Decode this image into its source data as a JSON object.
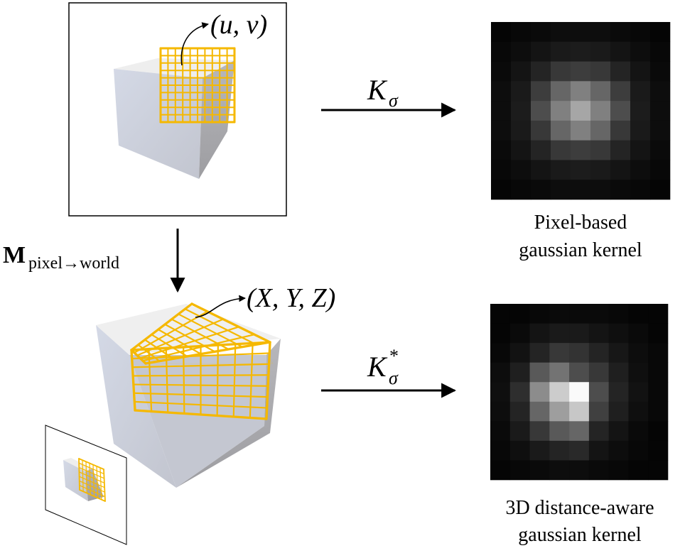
{
  "labels": {
    "uv": "(u, v)",
    "xyz": "(X, Y, Z)",
    "mapping_M": "M",
    "mapping_sub": "pixel→world",
    "kernel_top_symbol": "K",
    "kernel_top_sub": "σ",
    "kernel_bottom_symbol": "K",
    "kernel_bottom_sup": "*",
    "kernel_bottom_sub": "σ",
    "caption_top_line1": "Pixel-based",
    "caption_top_line2": "gaussian kernel",
    "caption_bottom_line1": "3D distance-aware",
    "caption_bottom_line2": "gaussian kernel"
  },
  "colors": {
    "grid": "#F5B800",
    "cube_front": "#c9cedb",
    "cube_side": "#a7a7ab",
    "cube_top": "#efefef",
    "kernel_bg": "#000000"
  },
  "kernels": {
    "pixel_based": [
      [
        0.02,
        0.03,
        0.04,
        0.05,
        0.05,
        0.05,
        0.04,
        0.03,
        0.02
      ],
      [
        0.03,
        0.05,
        0.08,
        0.1,
        0.11,
        0.1,
        0.08,
        0.05,
        0.03
      ],
      [
        0.04,
        0.08,
        0.14,
        0.22,
        0.24,
        0.22,
        0.14,
        0.08,
        0.04
      ],
      [
        0.05,
        0.1,
        0.24,
        0.4,
        0.5,
        0.4,
        0.24,
        0.1,
        0.05
      ],
      [
        0.05,
        0.11,
        0.3,
        0.5,
        0.65,
        0.5,
        0.3,
        0.11,
        0.05
      ],
      [
        0.05,
        0.1,
        0.22,
        0.4,
        0.5,
        0.4,
        0.22,
        0.1,
        0.05
      ],
      [
        0.04,
        0.08,
        0.14,
        0.22,
        0.24,
        0.22,
        0.14,
        0.08,
        0.04
      ],
      [
        0.03,
        0.05,
        0.08,
        0.1,
        0.11,
        0.1,
        0.08,
        0.05,
        0.03
      ],
      [
        0.02,
        0.03,
        0.04,
        0.05,
        0.05,
        0.05,
        0.04,
        0.03,
        0.02
      ]
    ],
    "distance_aware": [
      [
        0.02,
        0.02,
        0.03,
        0.04,
        0.04,
        0.04,
        0.03,
        0.02,
        0.02
      ],
      [
        0.02,
        0.04,
        0.08,
        0.1,
        0.1,
        0.08,
        0.06,
        0.04,
        0.02
      ],
      [
        0.03,
        0.07,
        0.14,
        0.22,
        0.2,
        0.14,
        0.09,
        0.05,
        0.03
      ],
      [
        0.05,
        0.12,
        0.35,
        0.45,
        0.3,
        0.22,
        0.12,
        0.06,
        0.03
      ],
      [
        0.06,
        0.18,
        0.55,
        0.8,
        0.98,
        0.3,
        0.14,
        0.07,
        0.03
      ],
      [
        0.05,
        0.14,
        0.4,
        0.62,
        0.78,
        0.25,
        0.12,
        0.06,
        0.03
      ],
      [
        0.04,
        0.1,
        0.22,
        0.35,
        0.4,
        0.14,
        0.08,
        0.04,
        0.02
      ],
      [
        0.03,
        0.06,
        0.1,
        0.14,
        0.16,
        0.08,
        0.05,
        0.03,
        0.02
      ],
      [
        0.02,
        0.03,
        0.04,
        0.05,
        0.05,
        0.04,
        0.03,
        0.02,
        0.02
      ]
    ]
  }
}
